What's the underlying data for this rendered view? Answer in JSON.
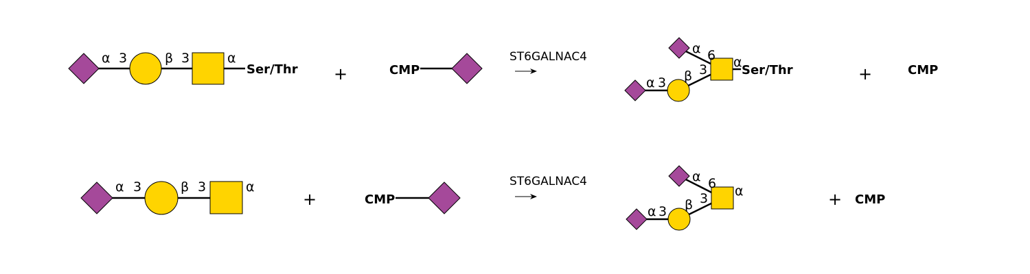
{
  "colors": {
    "sialic_acid": "#A5499A",
    "galactose": "#FFD400",
    "galnac": "#FFD400",
    "outline": "#000000"
  },
  "icons": {
    "diamond": "sialic-acid-diamond-icon",
    "circle": "galactose-circle-icon",
    "square": "galnac-square-icon"
  },
  "reactions": [
    {
      "substrate": {
        "link1": {
          "anomer": "α",
          "position": "3"
        },
        "link2": {
          "anomer": "β",
          "position": "3"
        },
        "reducing_anomer": "α",
        "aglycone": "Ser/Thr"
      },
      "plus1": "+",
      "donor": "CMP",
      "enzyme": "ST6GALNAC4",
      "product": {
        "branch_a": {
          "anomer": "α",
          "position": "6"
        },
        "branch_b": {
          "anomer": "β",
          "position": "3"
        },
        "terminal": {
          "anomer": "α",
          "position": "3"
        },
        "reducing_anomer": "α",
        "aglycone": "Ser/Thr"
      },
      "plus2": "+",
      "byproduct": "CMP"
    },
    {
      "substrate": {
        "link1": {
          "anomer": "α",
          "position": "3"
        },
        "link2": {
          "anomer": "β",
          "position": "3"
        },
        "reducing_anomer": "α",
        "aglycone": ""
      },
      "plus1": "+",
      "donor": "CMP",
      "enzyme": "ST6GALNAC4",
      "product": {
        "branch_a": {
          "anomer": "α",
          "position": "6"
        },
        "branch_b": {
          "anomer": "β",
          "position": "3"
        },
        "terminal": {
          "anomer": "α",
          "position": "3"
        },
        "reducing_anomer": "α",
        "aglycone": ""
      },
      "plus2": "+",
      "byproduct": "CMP"
    }
  ]
}
